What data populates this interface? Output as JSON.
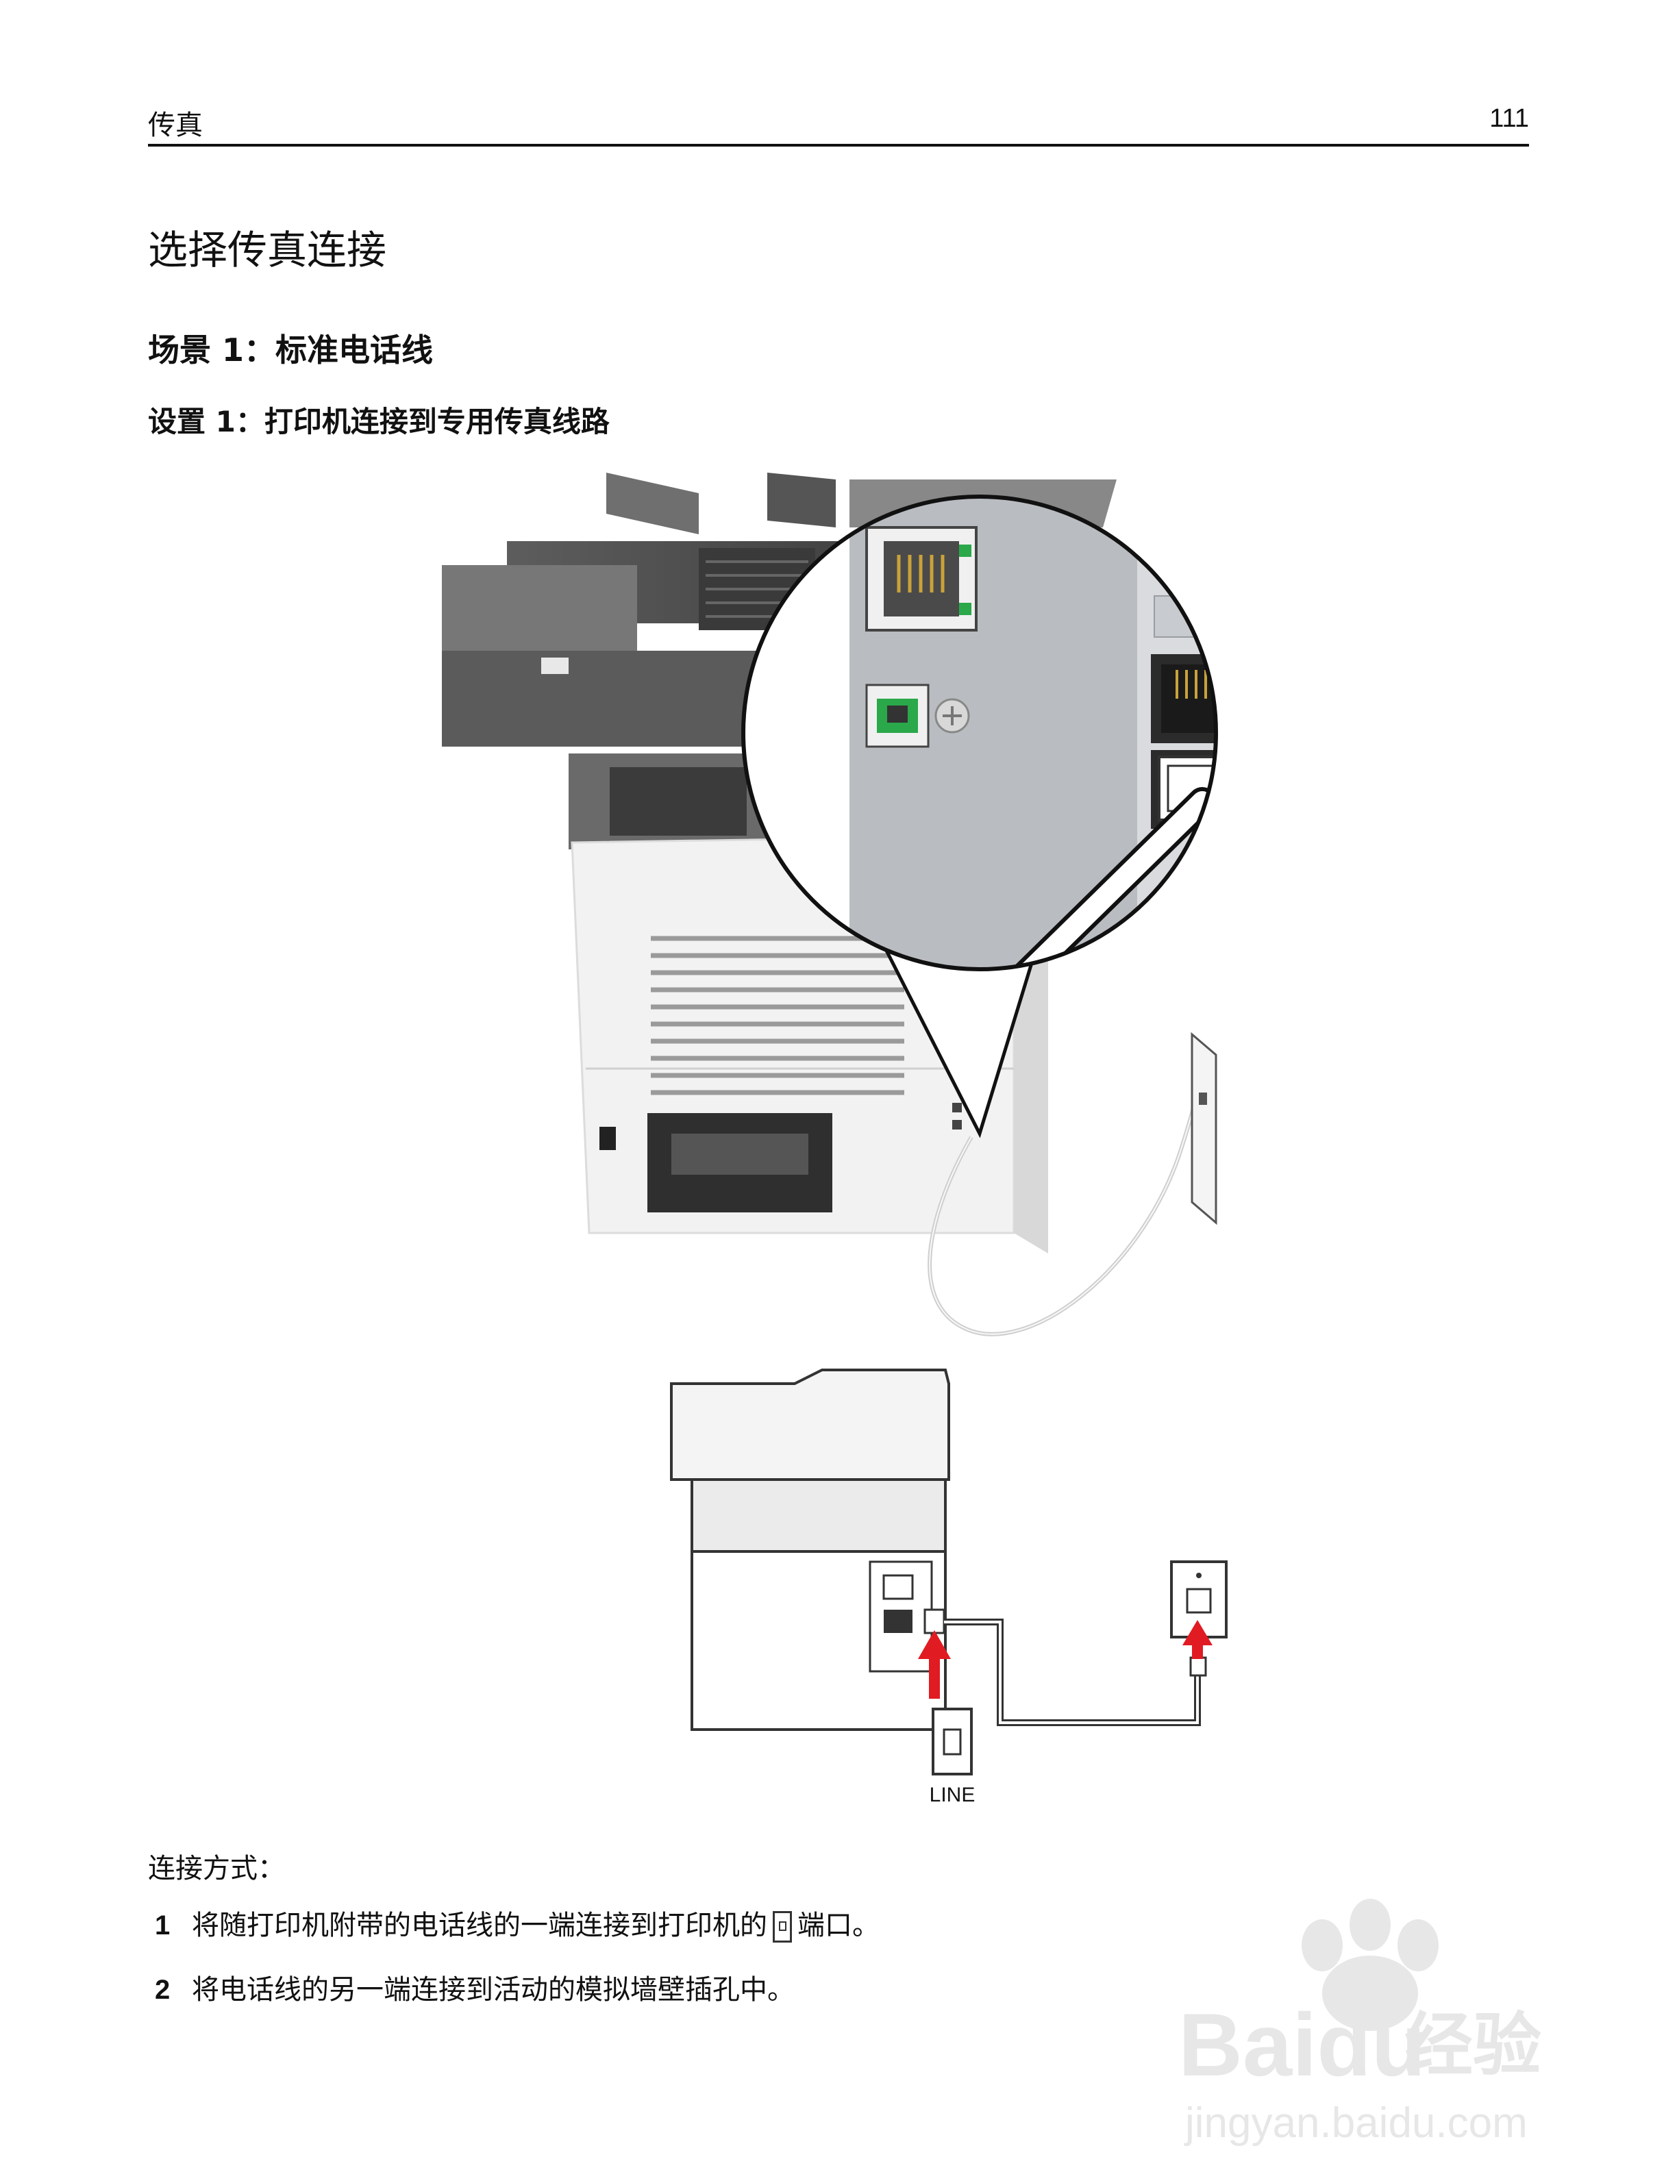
{
  "header": {
    "section": "传真",
    "page_number": "111"
  },
  "title": "选择传真连接",
  "scenario": "场景 1：标准电话线",
  "setup": "设置 1：打印机连接到专用传真线路",
  "diagram": {
    "wall_label": "LINE"
  },
  "instructions": {
    "label": "连接方式：",
    "steps": [
      {
        "num": "1",
        "text_before": "将随打印机附带的电话线的一端连接到打印机的",
        "text_after": "端口。"
      },
      {
        "num": "2",
        "text": "将电话线的另一端连接到活动的模拟墙壁插孔中。"
      }
    ]
  },
  "watermark": {
    "brand": "Bai",
    "brand2": "du",
    "suffix": "经验",
    "url": "jingyan.baidu.com"
  },
  "colors": {
    "arrow_red": "#e11b22",
    "printer_gray": "#6b6b6b",
    "panel_silver": "#b9bcc0"
  }
}
